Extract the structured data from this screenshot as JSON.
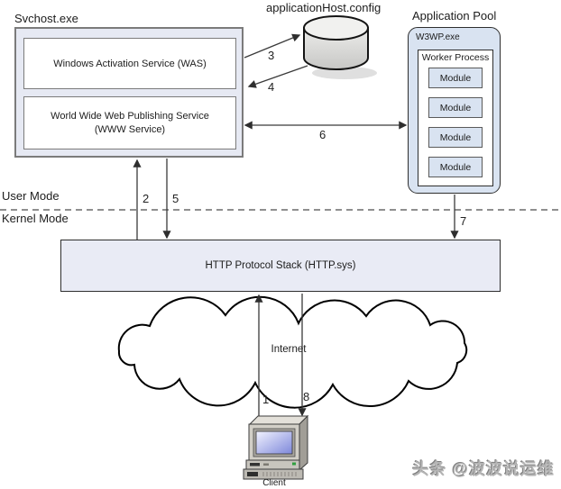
{
  "svchost": {
    "title": "Svchost.exe",
    "was_label": "Windows Activation Service (WAS)",
    "www_label_line1": "World Wide Web Publishing Service",
    "www_label_line2": "(WWW Service)"
  },
  "config_store": {
    "label": "applicationHost.config"
  },
  "app_pool": {
    "title": "Application Pool",
    "process_label": "W3WP.exe",
    "worker_label": "Worker Process",
    "modules": [
      "Module",
      "Module",
      "Module",
      "Module"
    ]
  },
  "modes": {
    "user": "User Mode",
    "kernel": "Kernel Mode"
  },
  "http_stack": {
    "label": "HTTP Protocol Stack (HTTP.sys)"
  },
  "cloud": {
    "label": "Internet"
  },
  "client": {
    "label": "Client"
  },
  "flow_numbers": {
    "n1": "1",
    "n2": "2",
    "n3": "3",
    "n4": "4",
    "n5": "5",
    "n6": "6",
    "n7": "7",
    "n8": "8"
  },
  "watermark": "头条 @波波说运维",
  "colors": {
    "svchost_fill": "#e6e9f3",
    "pool_fill": "#d9e3f1",
    "module_fill": "#d9e3f1",
    "http_fill": "#e9ebf5",
    "border_gray": "#7b7b7b",
    "border_dark": "#2e2e2e",
    "arrow": "#3a3a3a",
    "screen_blue": "#7e88da"
  }
}
